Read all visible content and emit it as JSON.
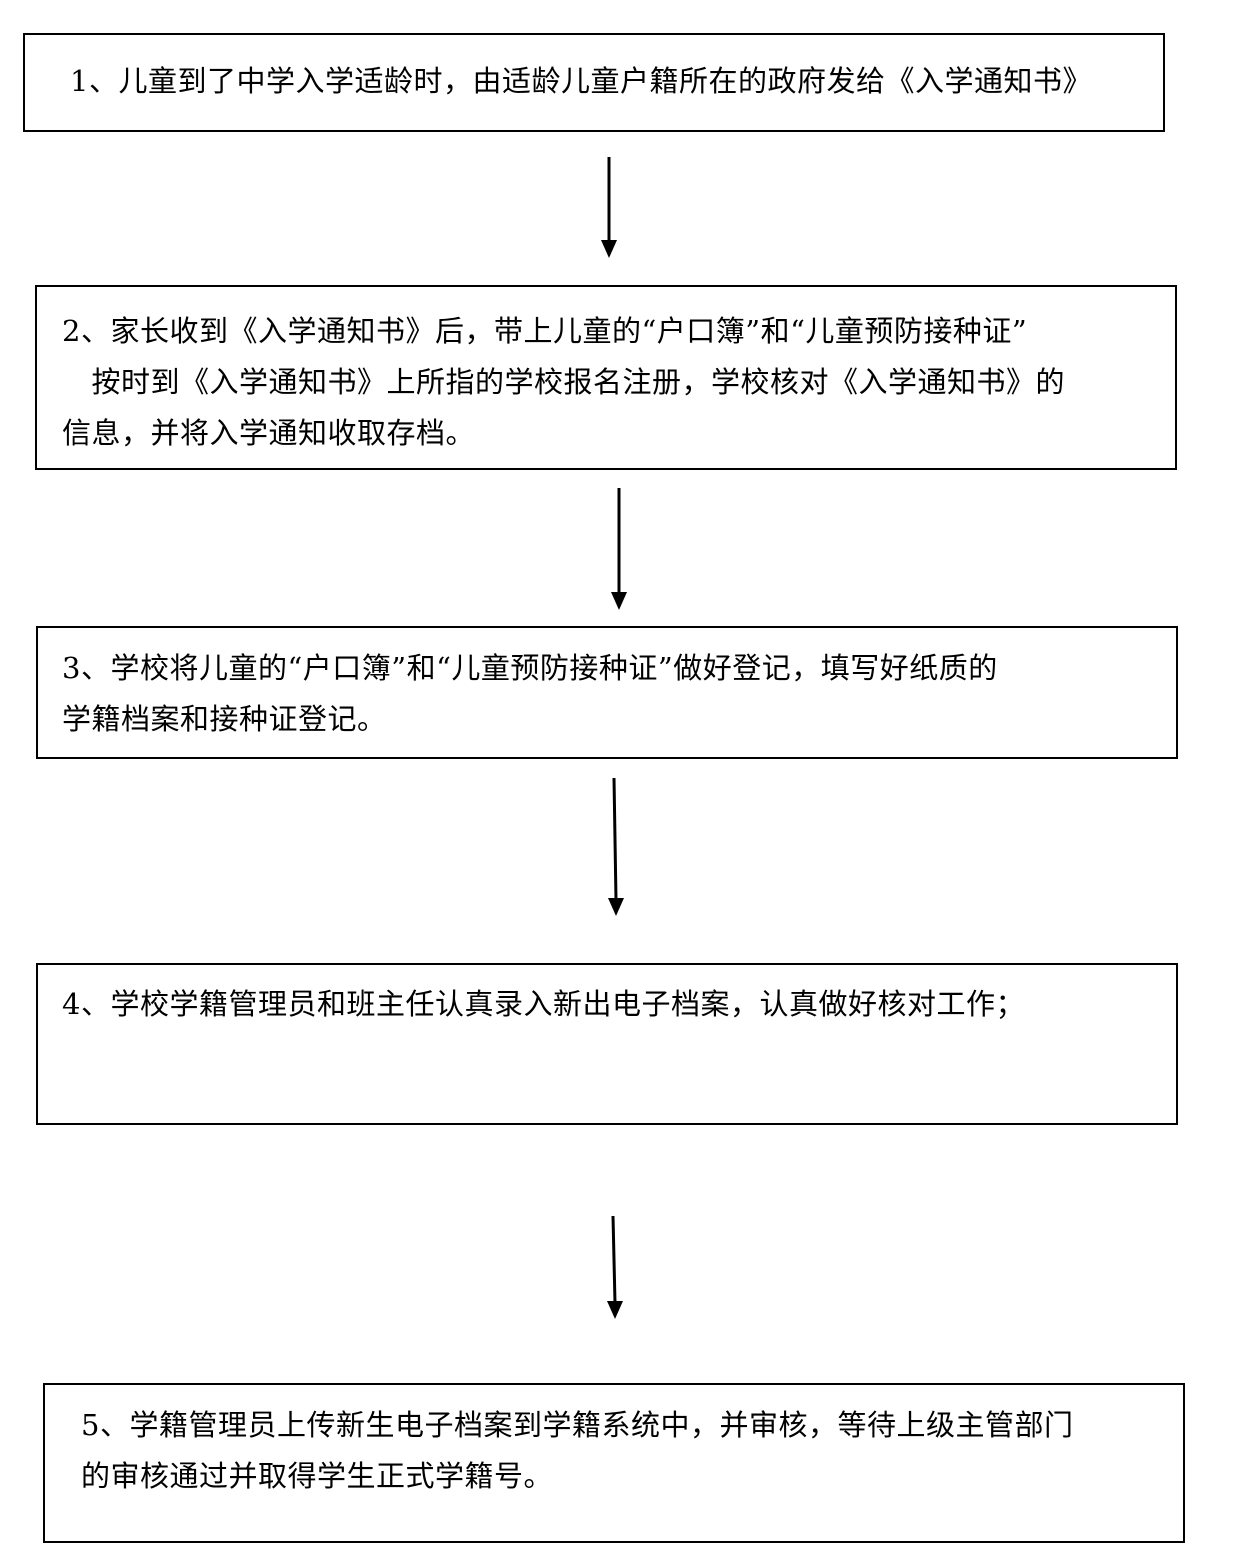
{
  "steps": [
    {
      "id": "step-1",
      "text": "1、儿童到了中学入学适龄时，由适龄儿童户籍所在的政府发给《入学通知书》"
    },
    {
      "id": "step-2",
      "text": "2、家长收到《入学通知书》后，带上儿童的“户口簿”和“儿童预防接种证”\n　按时到《入学通知书》上所指的学校报名注册，学校核对《入学通知书》的\n信息，并将入学通知收取存档。"
    },
    {
      "id": "step-3",
      "text": "3、学校将儿童的“户口簿”和“儿童预防接种证”做好登记，填写好纸质的\n学籍档案和接种证登记。"
    },
    {
      "id": "step-4",
      "text": "4、学校学籍管理员和班主任认真录入新出电子档案，认真做好核对工作；"
    },
    {
      "id": "step-5",
      "text": "5、学籍管理员上传新生电子档案到学籍系统中，并审核，等待上级主管部门\n的审核通过并取得学生正式学籍号。"
    }
  ],
  "colors": {
    "line": "#000000",
    "background": "#ffffff"
  }
}
